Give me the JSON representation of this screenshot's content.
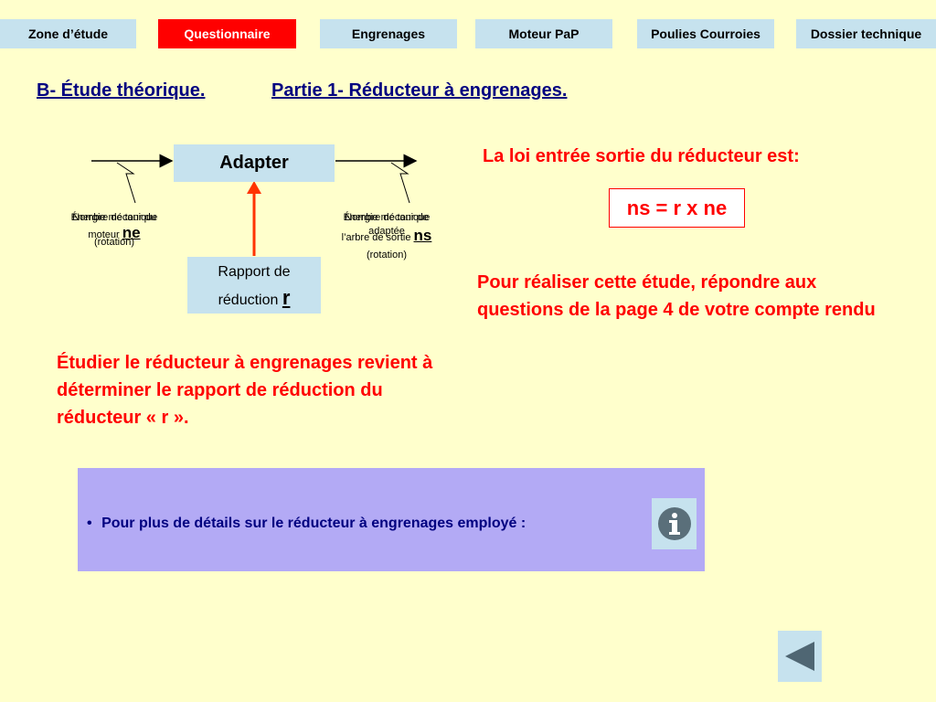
{
  "nav": {
    "tabs": [
      {
        "label": "Zone d’étude"
      },
      {
        "label": "Questionnaire"
      },
      {
        "label": "Engrenages"
      },
      {
        "label": "Moteur PaP"
      },
      {
        "label": "Poulies Courroies"
      },
      {
        "label": "Dossier technique"
      }
    ]
  },
  "heading": {
    "part_b": "B- Étude théorique.",
    "part_1": "Partie 1-  Réducteur à engrenages."
  },
  "diagram": {
    "adapter_label": "Adapter",
    "input": {
      "line1": "Énergie mécanique",
      "line2": "Nombre de tour du",
      "line3": "moteur",
      "symbol": "ne",
      "line4": "(rotation)"
    },
    "output": {
      "line1": "Énergie mécanique",
      "line2": "Nombre de tour de",
      "line3": "adaptée",
      "line4": "l’arbre de sortie",
      "symbol": "ns",
      "line5": "(rotation)"
    },
    "ratio": {
      "line1": "Rapport de",
      "line2": "réduction",
      "symbol": "r"
    }
  },
  "law": {
    "title": "La loi entrée sortie du réducteur est:",
    "formula": "ns = r x ne"
  },
  "instructions": "Pour réaliser cette étude, répondre aux questions de la page  4 de votre compte rendu",
  "study_text": "Étudier le réducteur à engrenages revient à déterminer le rapport de réduction du réducteur « r ».",
  "info": {
    "text": "Pour plus de détails sur le réducteur à engrenages employé :",
    "bullet": "•"
  },
  "colors": {
    "accent": "#ff0000",
    "tab_bg": "#c6e2ee",
    "panel_bg": "#b3aaf5",
    "page_bg": "#ffffcc"
  }
}
